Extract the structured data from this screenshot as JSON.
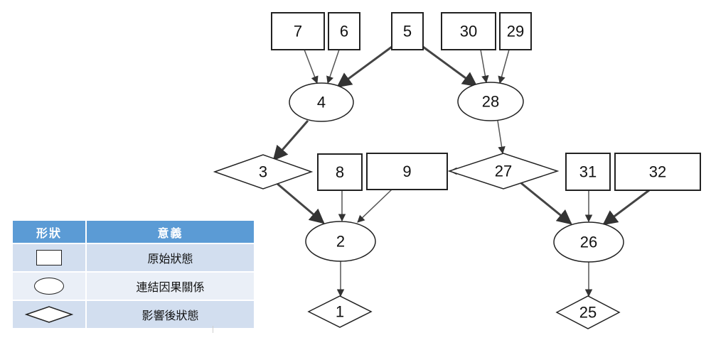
{
  "diagram": {
    "nodes": [
      {
        "id": "n7",
        "label": "7",
        "shape": "rect"
      },
      {
        "id": "n6",
        "label": "6",
        "shape": "rect"
      },
      {
        "id": "n5",
        "label": "5",
        "shape": "rect"
      },
      {
        "id": "n30",
        "label": "30",
        "shape": "rect"
      },
      {
        "id": "n29",
        "label": "29",
        "shape": "rect"
      },
      {
        "id": "n4",
        "label": "4",
        "shape": "ellipse"
      },
      {
        "id": "n28",
        "label": "28",
        "shape": "ellipse"
      },
      {
        "id": "n3",
        "label": "3",
        "shape": "diamond"
      },
      {
        "id": "n8",
        "label": "8",
        "shape": "rect"
      },
      {
        "id": "n9",
        "label": "9",
        "shape": "rect"
      },
      {
        "id": "n27",
        "label": "27",
        "shape": "diamond"
      },
      {
        "id": "n31",
        "label": "31",
        "shape": "rect"
      },
      {
        "id": "n32",
        "label": "32",
        "shape": "rect"
      },
      {
        "id": "n2",
        "label": "2",
        "shape": "ellipse"
      },
      {
        "id": "n26",
        "label": "26",
        "shape": "ellipse"
      },
      {
        "id": "n1",
        "label": "1",
        "shape": "diamond"
      },
      {
        "id": "n25",
        "label": "25",
        "shape": "diamond"
      }
    ],
    "edges": [
      {
        "from": "n7",
        "to": "n4"
      },
      {
        "from": "n6",
        "to": "n4"
      },
      {
        "from": "n5",
        "to": "n4"
      },
      {
        "from": "n5",
        "to": "n28"
      },
      {
        "from": "n30",
        "to": "n28"
      },
      {
        "from": "n29",
        "to": "n28"
      },
      {
        "from": "n4",
        "to": "n3"
      },
      {
        "from": "n28",
        "to": "n27"
      },
      {
        "from": "n3",
        "to": "n2"
      },
      {
        "from": "n8",
        "to": "n2"
      },
      {
        "from": "n9",
        "to": "n2"
      },
      {
        "from": "n27",
        "to": "n9"
      },
      {
        "from": "n27",
        "to": "n26"
      },
      {
        "from": "n31",
        "to": "n26"
      },
      {
        "from": "n32",
        "to": "n26"
      },
      {
        "from": "n2",
        "to": "n1"
      },
      {
        "from": "n26",
        "to": "n25"
      }
    ]
  },
  "legend": {
    "header_shape": "形狀",
    "header_meaning": "意義",
    "rows": [
      {
        "shape": "rect",
        "meaning": "原始狀態"
      },
      {
        "shape": "ellipse",
        "meaning": "連結因果關係"
      },
      {
        "shape": "diamond",
        "meaning": "影響後狀態"
      }
    ]
  }
}
